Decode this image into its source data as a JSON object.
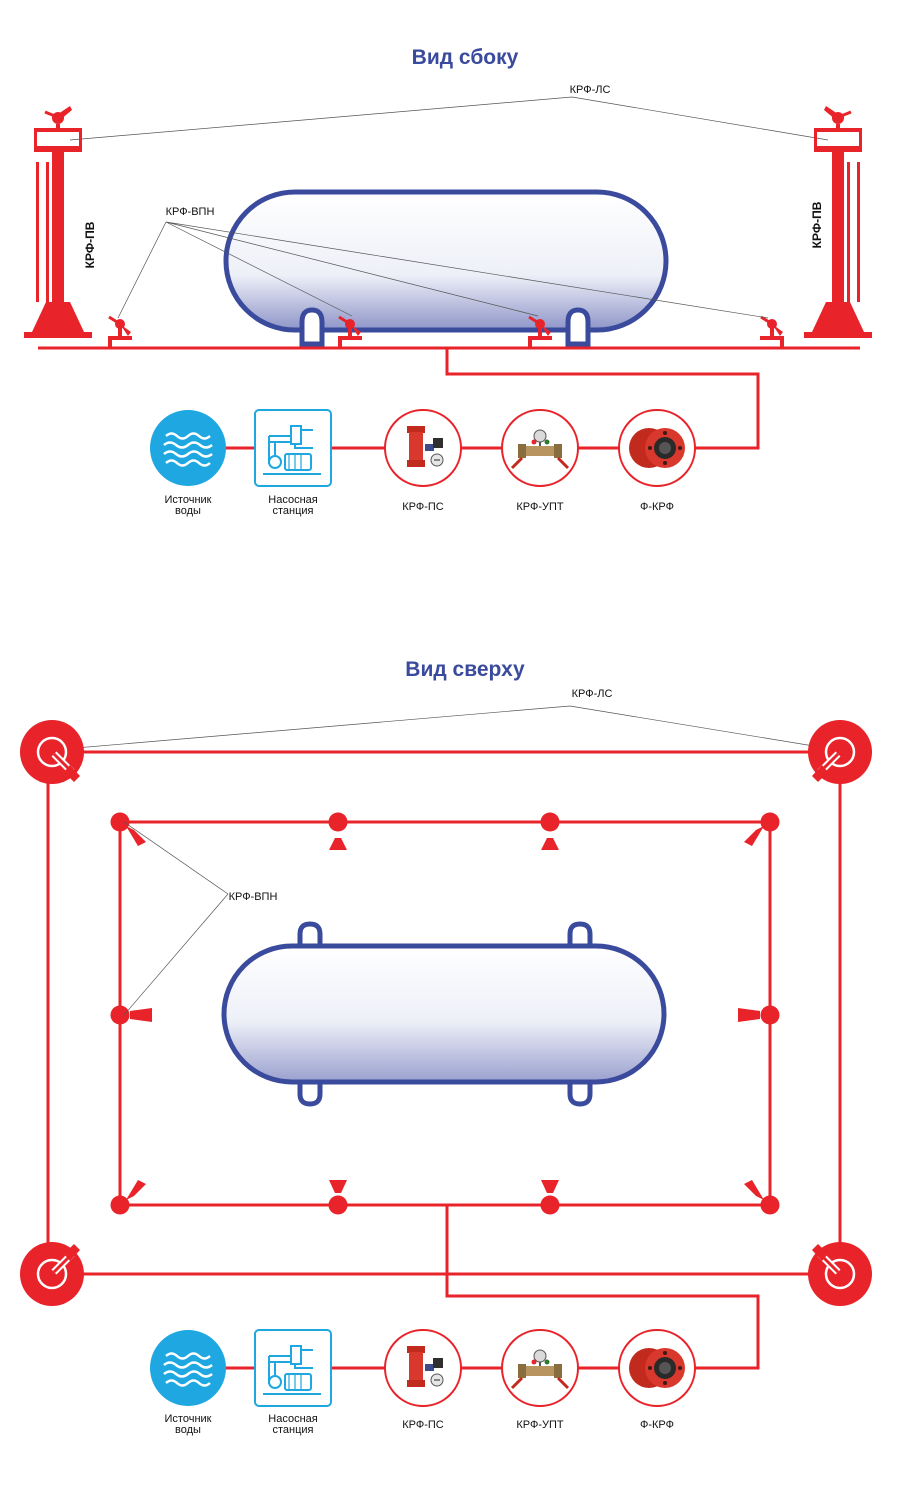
{
  "views": {
    "side": {
      "title": "Вид сбоку"
    },
    "top": {
      "title": "Вид сверху"
    }
  },
  "labels": {
    "lafet_stationary": "КРФ-ЛС",
    "tower": "КРФ-ПВ",
    "nozzle": "КРФ-ВПН"
  },
  "chain": {
    "water_source_line1": "Источник",
    "water_source_line2": "воды",
    "pump_station_line1": "Насосная",
    "pump_station_line2": "станция",
    "krf_ps": "КРФ-ПС",
    "krf_upt": "КРФ-УПТ",
    "f_krf": "Ф-КРФ"
  },
  "colors": {
    "pipe": "#e8232a",
    "tank": "#3a4a9c",
    "title": "#3a4a9c",
    "water": "#1ea7e1"
  }
}
